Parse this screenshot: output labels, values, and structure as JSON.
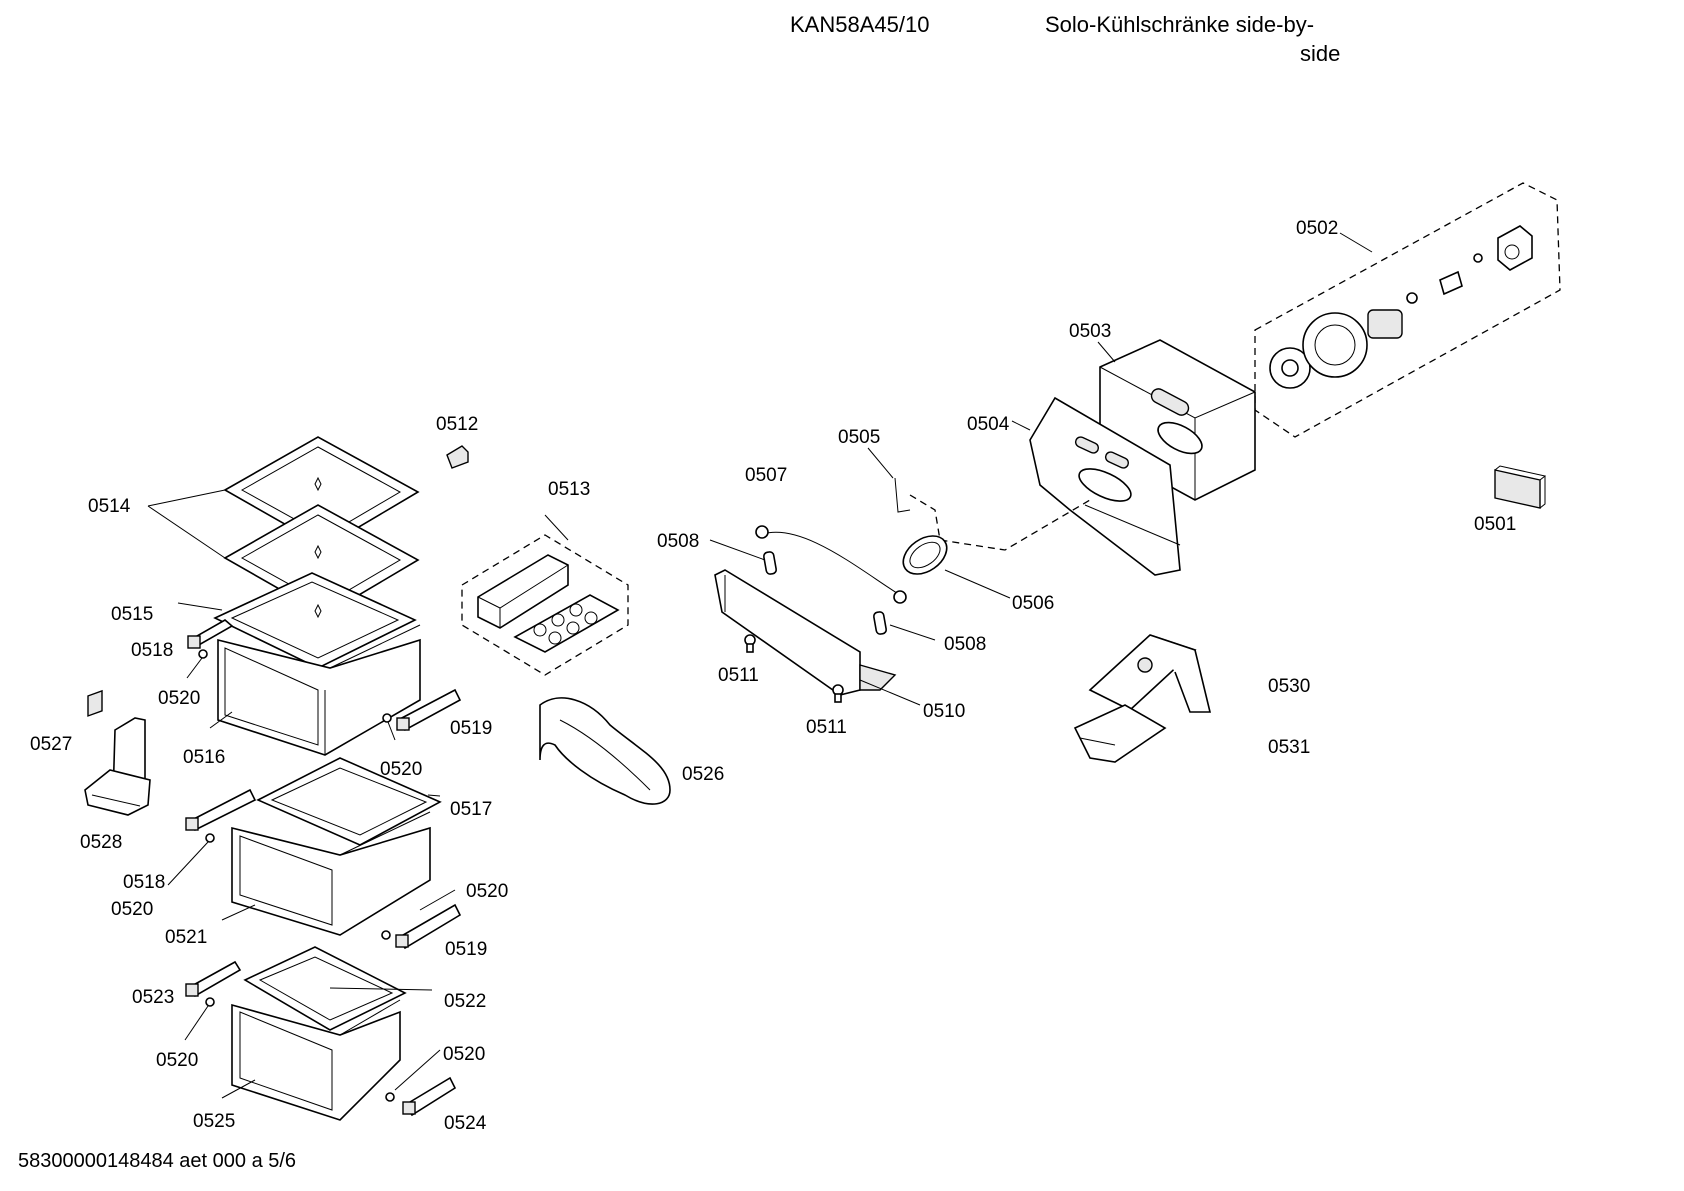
{
  "header": {
    "model": "KAN58A45/10",
    "title_line1": "Solo-Kühlschränke side-by-",
    "title_line2": "side"
  },
  "footer": {
    "doc_id": "58300000148484 aet 000 a 5/6"
  },
  "labels": {
    "p0501": "0501",
    "p0502": "0502",
    "p0503": "0503",
    "p0504": "0504",
    "p0505": "0505",
    "p0506": "0506",
    "p0507": "0507",
    "p0508a": "0508",
    "p0508b": "0508",
    "p0510": "0510",
    "p0511a": "0511",
    "p0511b": "0511",
    "p0512": "0512",
    "p0513": "0513",
    "p0514": "0514",
    "p0515": "0515",
    "p0516": "0516",
    "p0517": "0517",
    "p0518a": "0518",
    "p0518b": "0518",
    "p0519a": "0519",
    "p0519b": "0519",
    "p0520a": "0520",
    "p0520b": "0520",
    "p0520c": "0520",
    "p0520d": "0520",
    "p0520e": "0520",
    "p0520f": "0520",
    "p0521": "0521",
    "p0522": "0522",
    "p0523": "0523",
    "p0524": "0524",
    "p0525": "0525",
    "p0526": "0526",
    "p0527": "0527",
    "p0528": "0528",
    "p0530": "0530",
    "p0531": "0531"
  }
}
